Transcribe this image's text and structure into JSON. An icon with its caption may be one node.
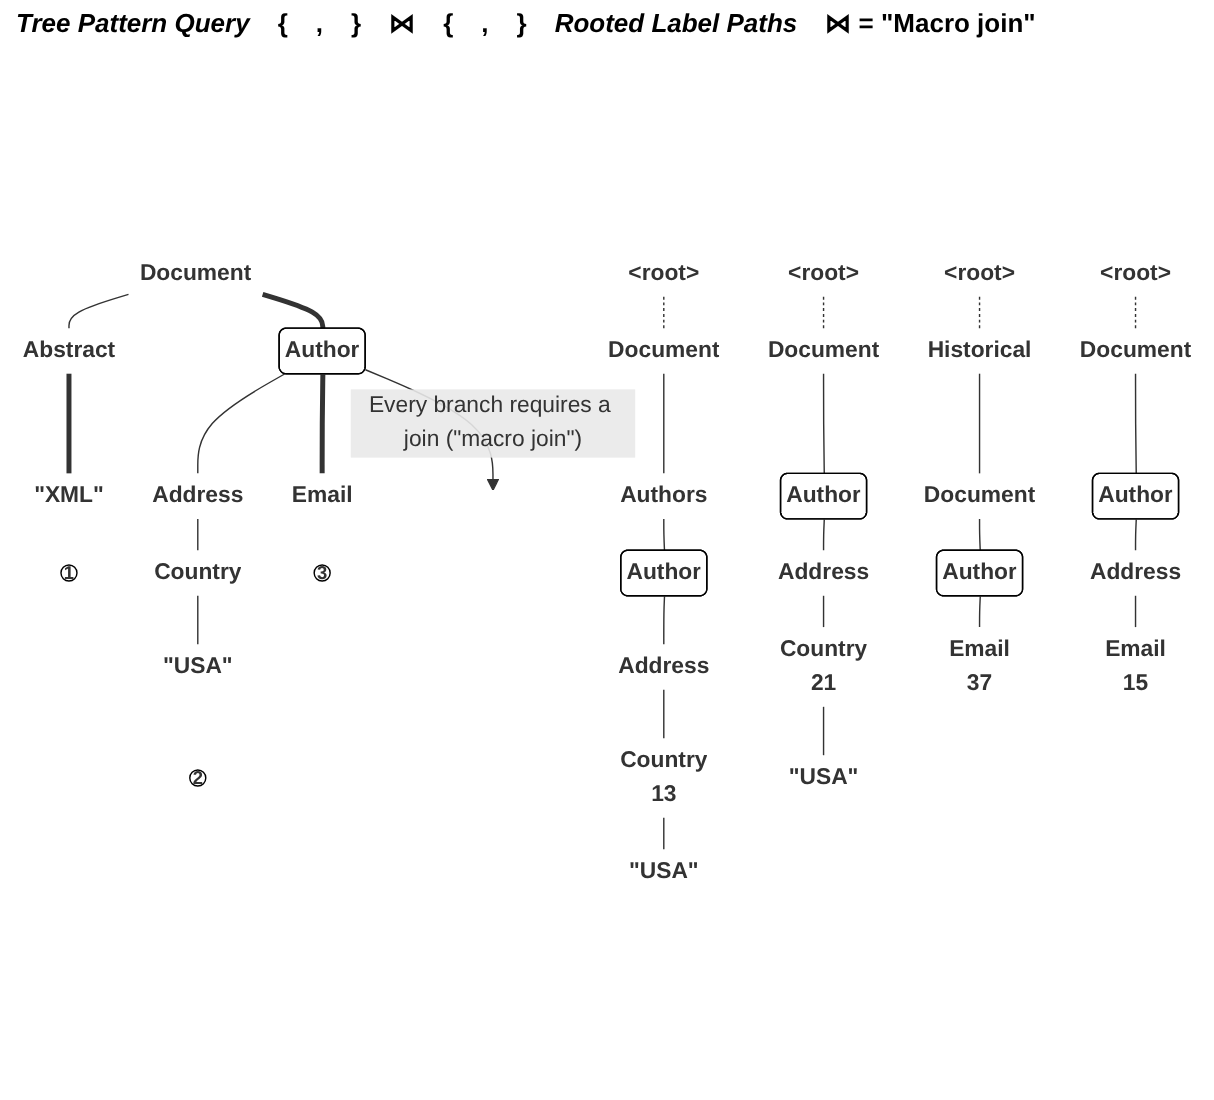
{
  "diagram": {
    "nodes": [
      {
        "text": [
          "Document"
        ]
      },
      {
        "text": [
          "Abstract"
        ]
      },
      {
        "text": [
          "Author"
        ]
      },
      {
        "text": [
          "\"XML\""
        ]
      },
      {
        "text": [
          "Address"
        ]
      },
      {
        "text": [
          "Email"
        ]
      },
      {
        "text": [
          "Country"
        ]
      },
      {
        "text": [
          "\"USA\""
        ]
      },
      {
        "text": [
          "1"
        ]
      },
      {
        "text": [
          "2"
        ]
      },
      {
        "text": [
          "3"
        ]
      },
      {
        "text": [
          "<root>"
        ]
      },
      {
        "text": [
          "Document"
        ]
      },
      {
        "text": [
          "Authors"
        ]
      },
      {
        "text": [
          "Author"
        ]
      },
      {
        "text": [
          "Address"
        ]
      },
      {
        "text": [
          "Country"
        ],
        "beside": [
          "13"
        ]
      },
      {
        "text": [
          "\"USA\""
        ]
      },
      {
        "text": [
          "<root>"
        ]
      },
      {
        "text": [
          "Document"
        ]
      },
      {
        "text": [
          "Author"
        ]
      },
      {
        "text": [
          "Address"
        ]
      },
      {
        "text": [
          "Country"
        ],
        "beside": [
          "21"
        ]
      },
      {
        "text": [
          "\"USA\""
        ]
      },
      {
        "text": [
          "<root>"
        ]
      },
      {
        "text": [
          "Historical"
        ]
      },
      {
        "text": [
          "Document"
        ]
      },
      {
        "text": [
          "Author"
        ]
      },
      {
        "text": [
          "Email"
        ],
        "beside": [
          "37"
        ]
      },
      {
        "text": [
          "<root>"
        ]
      },
      {
        "text": [
          "Document"
        ]
      },
      {
        "text": [
          "Author"
        ]
      },
      {
        "text": [
          "Address"
        ]
      },
      {
        "text": [
          "Email"
        ],
        "beside": [
          "15"
        ]
      }
    ],
    "edges": [
      {
        "from": 0,
        "to": 1,
        "arrow": "none"
      },
      {
        "from": 0,
        "to": 2,
        "arrow": "none",
        "style": "thick"
      },
      {
        "from": 1,
        "to": 3,
        "arrow": "none",
        "style": "thick"
      },
      {
        "from": 2,
        "to": 4,
        "arrow": "none"
      },
      {
        "from": 2,
        "to": 5,
        "arrow": "none",
        "style": "thick"
      },
      {
        "from": 4,
        "to": 6,
        "arrow": "none"
      },
      {
        "from": 6,
        "to": 7,
        "arrow": "none"
      },
      {
        "from": 2,
        "to": null,
        "arrow": "to",
        "label": "Every branch requires a join (\"macro join\")"
      },
      {
        "from": 11,
        "to": 12,
        "arrow": "none",
        "style": "dashed"
      },
      {
        "from": 12,
        "to": 13,
        "arrow": "none"
      },
      {
        "from": 13,
        "to": 14,
        "arrow": "none"
      },
      {
        "from": 14,
        "to": 15,
        "arrow": "none"
      },
      {
        "from": 15,
        "to": 16,
        "arrow": "none"
      },
      {
        "from": 16,
        "to": 17,
        "arrow": "none"
      },
      {
        "from": 18,
        "to": 19,
        "arrow": "none",
        "style": "dashed"
      },
      {
        "from": 19,
        "to": 20,
        "arrow": "none"
      },
      {
        "from": 20,
        "to": 21,
        "arrow": "none"
      },
      {
        "from": 21,
        "to": 22,
        "arrow": "none"
      },
      {
        "from": 22,
        "to": 23,
        "arrow": "none"
      },
      {
        "from": 24,
        "to": 25,
        "arrow": "none",
        "style": "dashed"
      },
      {
        "from": 25,
        "to": 26,
        "arrow": "none"
      },
      {
        "from": 26,
        "to": 27,
        "arrow": "none"
      },
      {
        "from": 27,
        "to": 28,
        "arrow": "none"
      },
      {
        "from": 29,
        "to": 30,
        "arrow": "none",
        "style": "dashed"
      },
      {
        "from": 30,
        "to": 31,
        "arrow": "none"
      },
      {
        "from": 31,
        "to": 32,
        "arrow": "none"
      },
      {
        "from": 32,
        "to": 33,
        "arrow": "none"
      }
    ],
    "labels": [
      "Tree Pattern Query",
      "{",
      ",",
      "}",
      "⋈",
      "{",
      ",",
      "}",
      "Rooted Label Paths",
      "⋈ = \"Macro join\""
    ]
  }
}
